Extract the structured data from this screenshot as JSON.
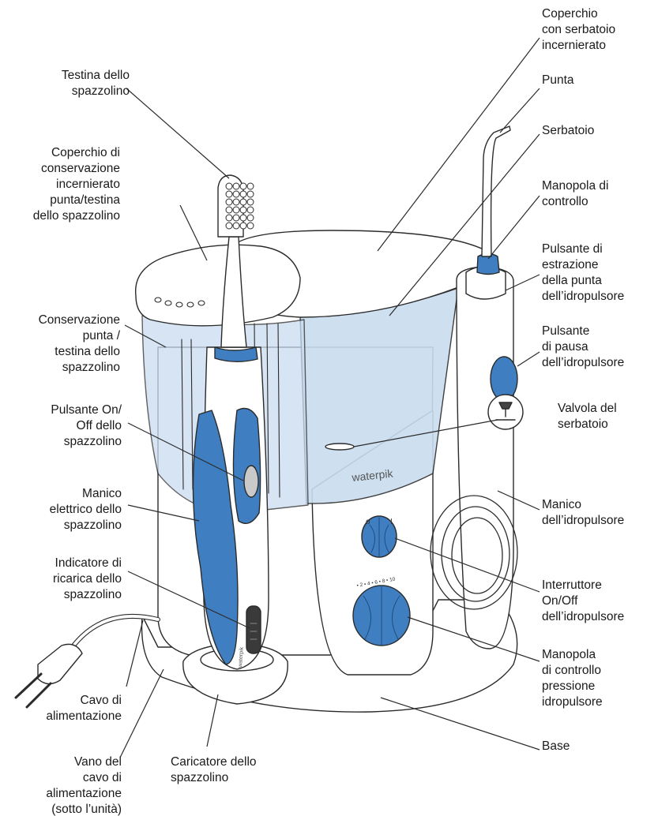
{
  "labels": {
    "testina": "Testina dello\nspazzolino",
    "coperchio_conservazione": "Coperchio di\nconservazione\nincernierato\npunta/testina\ndello spazzolino",
    "conservazione_punta": "Conservazione\npunta /\ntestina dello\nspazzolino",
    "pulsante_onoff_spazzolino": "Pulsante On/\nOff dello\nspazzolino",
    "manico_elettrico": "Manico\nelettrico dello\nspazzolino",
    "indicatore_ricarica": "Indicatore di\nricarica dello\nspazzolino",
    "cavo_alimentazione": "Cavo di\nalimentazione",
    "vano_cavo": "Vano del\ncavo di\nalimentazione\n(sotto l’unità)",
    "caricatore": "Caricatore dello\nspazzolino",
    "coperchio_serbatoio": "Coperchio\ncon serbatoio\nincernierato",
    "punta": "Punta",
    "serbatoio": "Serbatoio",
    "manopola_controllo": "Manopola di\ncontrollo",
    "pulsante_estrazione": "Pulsante di\nestrazione\ndella punta\ndell’idropulsore",
    "pulsante_pausa": "Pulsante\ndi pausa\ndell’idropulsore",
    "valvola": "Valvola del\nserbatoio",
    "manico_idropulsore": "Manico\ndell’idropulsore",
    "interruttore": "Interruttore\nOn/Off\ndell’idropulsore",
    "manopola_pressione": "Manopola\ndi controllo\npressione\nidropulsore",
    "base": "Base"
  },
  "brand": {
    "logo_main": "waterpik",
    "logo_brush": "waterpik",
    "dial_marks": "• 2 • 4 • 6 • 8 • 10"
  },
  "colors": {
    "accent_blue": "#3f7fc1",
    "water_blue": "#c9dcef",
    "outline": "#2b2b2b",
    "body": "#ffffff"
  }
}
